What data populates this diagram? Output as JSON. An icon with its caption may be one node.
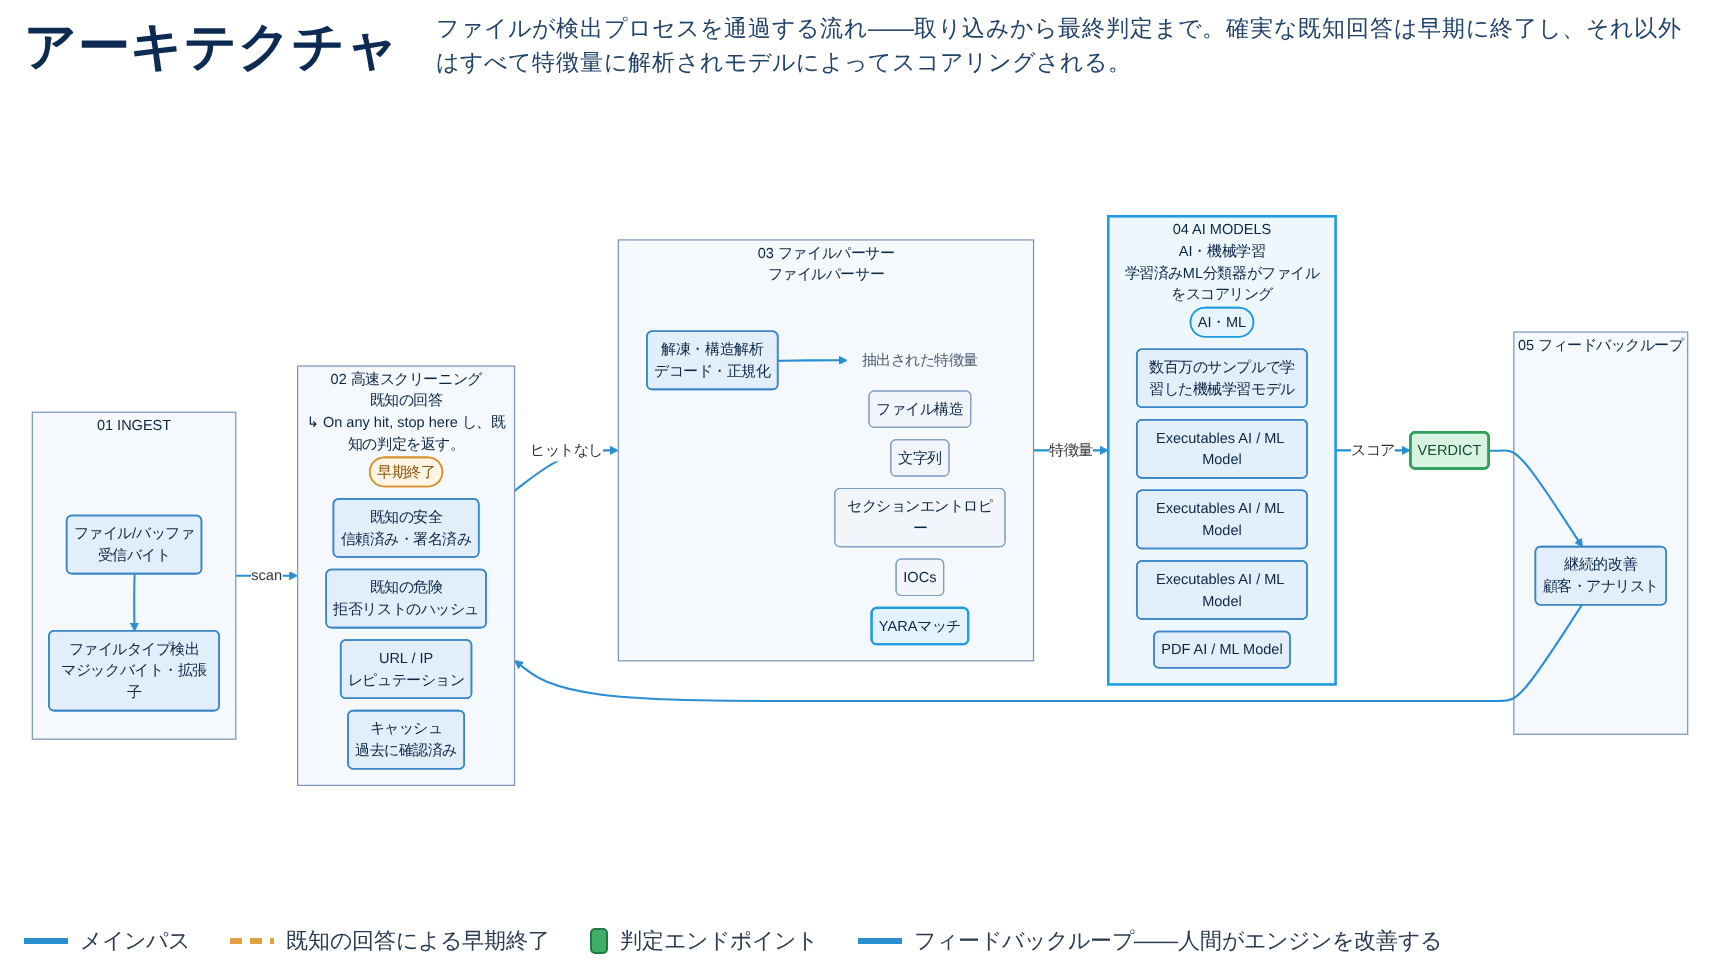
{
  "diagram": {
    "title": "アーキテクチャ",
    "nodes": [
      {
        "text": [
          "01 INGEST"
        ]
      },
      {
        "text": [
          "ファイル/バッファ",
          "受信バイト"
        ],
        "in": 0
      },
      {
        "text": [
          "ファイルタイプ検出",
          "マジックバイト・拡張子"
        ],
        "in": 0
      },
      {
        "text": [
          "02 高速スクリーニング",
          "既知の回答",
          "↳ On any hit, stop here し、既知の判定を返す。"
        ]
      },
      {
        "text": [
          "早期終了"
        ],
        "in": 3
      },
      {
        "text": [
          "既知の安全",
          "信頼済み・署名済み"
        ],
        "in": 3
      },
      {
        "text": [
          "既知の危険",
          "拒否リストのハッシュ"
        ],
        "in": 3
      },
      {
        "text": [
          "URL / IP",
          "レピュテーション"
        ],
        "in": 3
      },
      {
        "text": [
          "キャッシュ",
          "過去に確認済み"
        ],
        "in": 3
      },
      {
        "text": [
          "03 ファイルパーサー",
          "ファイルパーサー"
        ]
      },
      {
        "text": [
          "解凍・構造解析",
          "デコード・正規化"
        ],
        "in": 9
      },
      {
        "text": [
          "抽出された特徴量"
        ],
        "in": 9
      },
      {
        "text": [
          "ファイル構造"
        ],
        "in": 9
      },
      {
        "text": [
          "文字列"
        ],
        "in": 9
      },
      {
        "text": [
          "セクションエントロピー"
        ],
        "in": 9
      },
      {
        "text": [
          "IOCs"
        ],
        "in": 9
      },
      {
        "text": [
          "YARAマッチ"
        ],
        "in": 9
      },
      {
        "text": [
          "04 AI MODELS",
          "AI・機械学習",
          "学習済みML分類器がファイルをスコアリング"
        ]
      },
      {
        "text": [
          "AI・ML"
        ],
        "in": 17
      },
      {
        "text": [
          "数百万のサンプルで学習した機械学習モデル"
        ],
        "in": 17
      },
      {
        "text": [
          "Executables AI / ML Model"
        ],
        "in": 17
      },
      {
        "text": [
          "Executables AI / ML Model"
        ],
        "in": 17
      },
      {
        "text": [
          "Executables AI / ML Model"
        ],
        "in": 17
      },
      {
        "text": [
          "PDF AI / ML Model"
        ],
        "in": 17
      },
      {
        "text": [
          "VERDICT"
        ]
      },
      {
        "text": [
          "05 フィードバックループ"
        ]
      },
      {
        "text": [
          "継続的改善",
          "顧客・アナリスト"
        ],
        "in": 25
      }
    ],
    "edges": [
      {
        "from": 1,
        "to": 2,
        "arrow": "to"
      },
      {
        "from": 0,
        "to": 3,
        "label": "scan",
        "arrow": "to"
      },
      {
        "from": 3,
        "to": 9,
        "label": "ヒットなし",
        "arrow": "to"
      },
      {
        "from": 10,
        "to": 11,
        "arrow": "to"
      },
      {
        "from": 9,
        "to": 17,
        "label": "特徴量",
        "arrow": "to"
      },
      {
        "from": 17,
        "to": 24,
        "label": "スコア",
        "arrow": "to"
      },
      {
        "from": 24,
        "to": 26,
        "arrow": "to"
      },
      {
        "from": 26,
        "to": 3,
        "arrow": "to"
      }
    ],
    "labels": [
      "ファイルが検出プロセスを通過する流れ——取り込みから最終判定まで。確実な既知回答は早期に終了し、それ以外はすべて特徴量に解析されモデルによってスコアリングされる。"
    ],
    "legend": [
      {
        "text": "メインパス"
      },
      {
        "text": "既知の回答による早期終了"
      },
      {
        "text": "判定エンドポイント",
        "color": "#3fae68"
      },
      {
        "text": "フィードバックループ——人間がエンジンを改善する"
      }
    ]
  }
}
